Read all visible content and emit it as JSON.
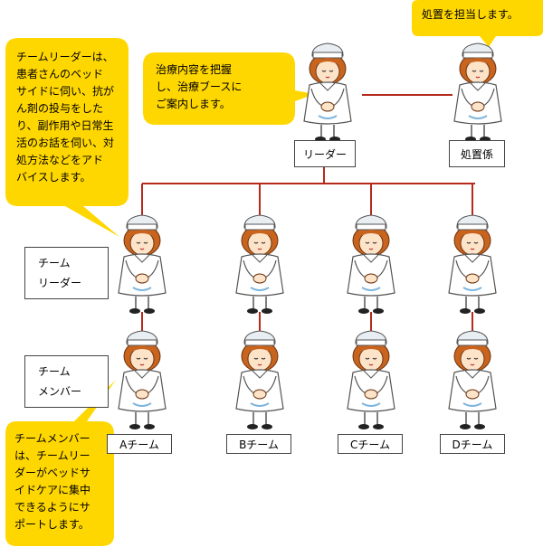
{
  "colors": {
    "bubble": "#ffd700",
    "connector": "#b52a1c",
    "hair": "#c8641e",
    "cap": "#e9eef2"
  },
  "bubbles": {
    "top_right": "処置を担当します。",
    "center": "治療内容を把握\nし、治療ブースに\nご案内します。",
    "left_top": "チームリーダーは、\n患者さんのベッド\nサイドに伺い、抗が\nん剤の投与をした\nり、副作用や日常生\n活のお話を伺い、対\n処方法などをアド\nバイスします。",
    "left_bottom": "チームメンバー\nは、チームリー\nダーがベッドサ\nイドケアに集中\nできるようにサ\nポートします。"
  },
  "roles": {
    "leader": "リーダー",
    "treatment": "処置係"
  },
  "rows": {
    "team_leader": "チーム\nリーダー",
    "team_member": "チーム\nメンバー"
  },
  "teams": [
    "Aチーム",
    "Bチーム",
    "Cチーム",
    "Dチーム"
  ]
}
